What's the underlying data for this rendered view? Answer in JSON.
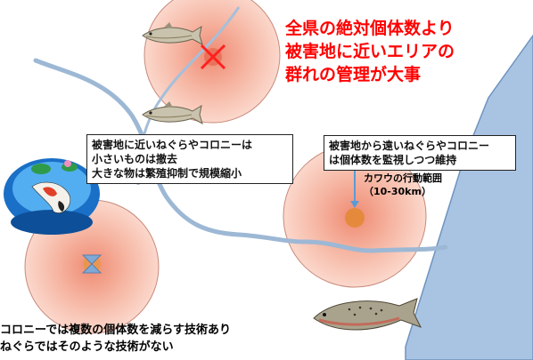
{
  "headline": {
    "line1": "全県の絶対個体数より",
    "line2": "被害地に近いエリアの",
    "line3": "群れの管理が大事"
  },
  "note_far": {
    "line1": "被害地から遠いねぐらやコロニー",
    "line2": "は個体数を監視しつつ維持"
  },
  "note_near": {
    "line1": "被害地に近いねぐらやコロニーは",
    "line2": "小さいものは撤去",
    "line3": "大きな物は繁殖抑制で規模縮小"
  },
  "range_label": {
    "line1": "カワウの行動範囲",
    "line2": "（10-30km）"
  },
  "bottom_note": {
    "line1": "コロニーでは複数の個体数を減らす技術あり",
    "line2": "ねぐらではそのような技術がない"
  },
  "colors": {
    "circle_fill": "#f8c6b6",
    "circle_center": "#e9735a",
    "river": "#9db8d5",
    "sea": "#a9c4e2",
    "headline_red": "#ff0000",
    "arrow_blue": "#5b9bd5",
    "colony_orange": "#e58a3c"
  },
  "icons": [
    "fish-icon",
    "koi-pond-icon",
    "salmon-icon",
    "red-x-icon",
    "bowtie-marker-icon",
    "orange-dot-icon"
  ]
}
